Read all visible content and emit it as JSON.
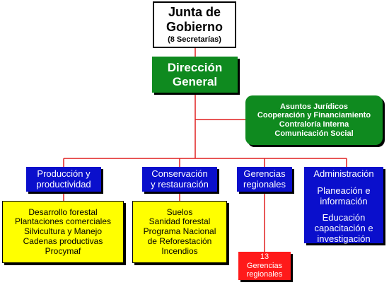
{
  "colors": {
    "line": "#e02020",
    "green": "#0f8a1f",
    "blue": "#0a0fcc",
    "yellow": "#ffff00",
    "red": "#ff1a1a",
    "white": "#ffffff",
    "black": "#000000"
  },
  "junta": {
    "line1": "Junta de",
    "line2": "Gobierno",
    "sub": "(8 Secretarías)"
  },
  "direccion": {
    "line1": "Dirección",
    "line2": "General"
  },
  "staff": {
    "items": [
      "Asuntos Jurídicos",
      "Cooperación y Financiamiento",
      "Contraloría Interna",
      "Comunicación Social"
    ]
  },
  "produccion": {
    "title": [
      "Producción y",
      "productividad"
    ],
    "items": [
      "Desarrollo forestal",
      "Plantaciones comerciales",
      "Silvicultura y Manejo",
      "Cadenas productivas",
      "Procymaf"
    ]
  },
  "conservacion": {
    "title": [
      "Conservación",
      "y restauración"
    ],
    "items": [
      "Suelos",
      "Sanidad forestal",
      "Programa Nacional",
      "de Reforestación",
      "Incendios"
    ]
  },
  "gerencias": {
    "title": [
      "Gerencias",
      "regionales"
    ],
    "child": [
      "13",
      "Gerencias",
      "regionales"
    ]
  },
  "administracion": {
    "title": "Administración",
    "sub1": [
      "Planeación e",
      "información"
    ],
    "sub2": [
      "Educación",
      "capacitación e",
      "investigación"
    ]
  }
}
